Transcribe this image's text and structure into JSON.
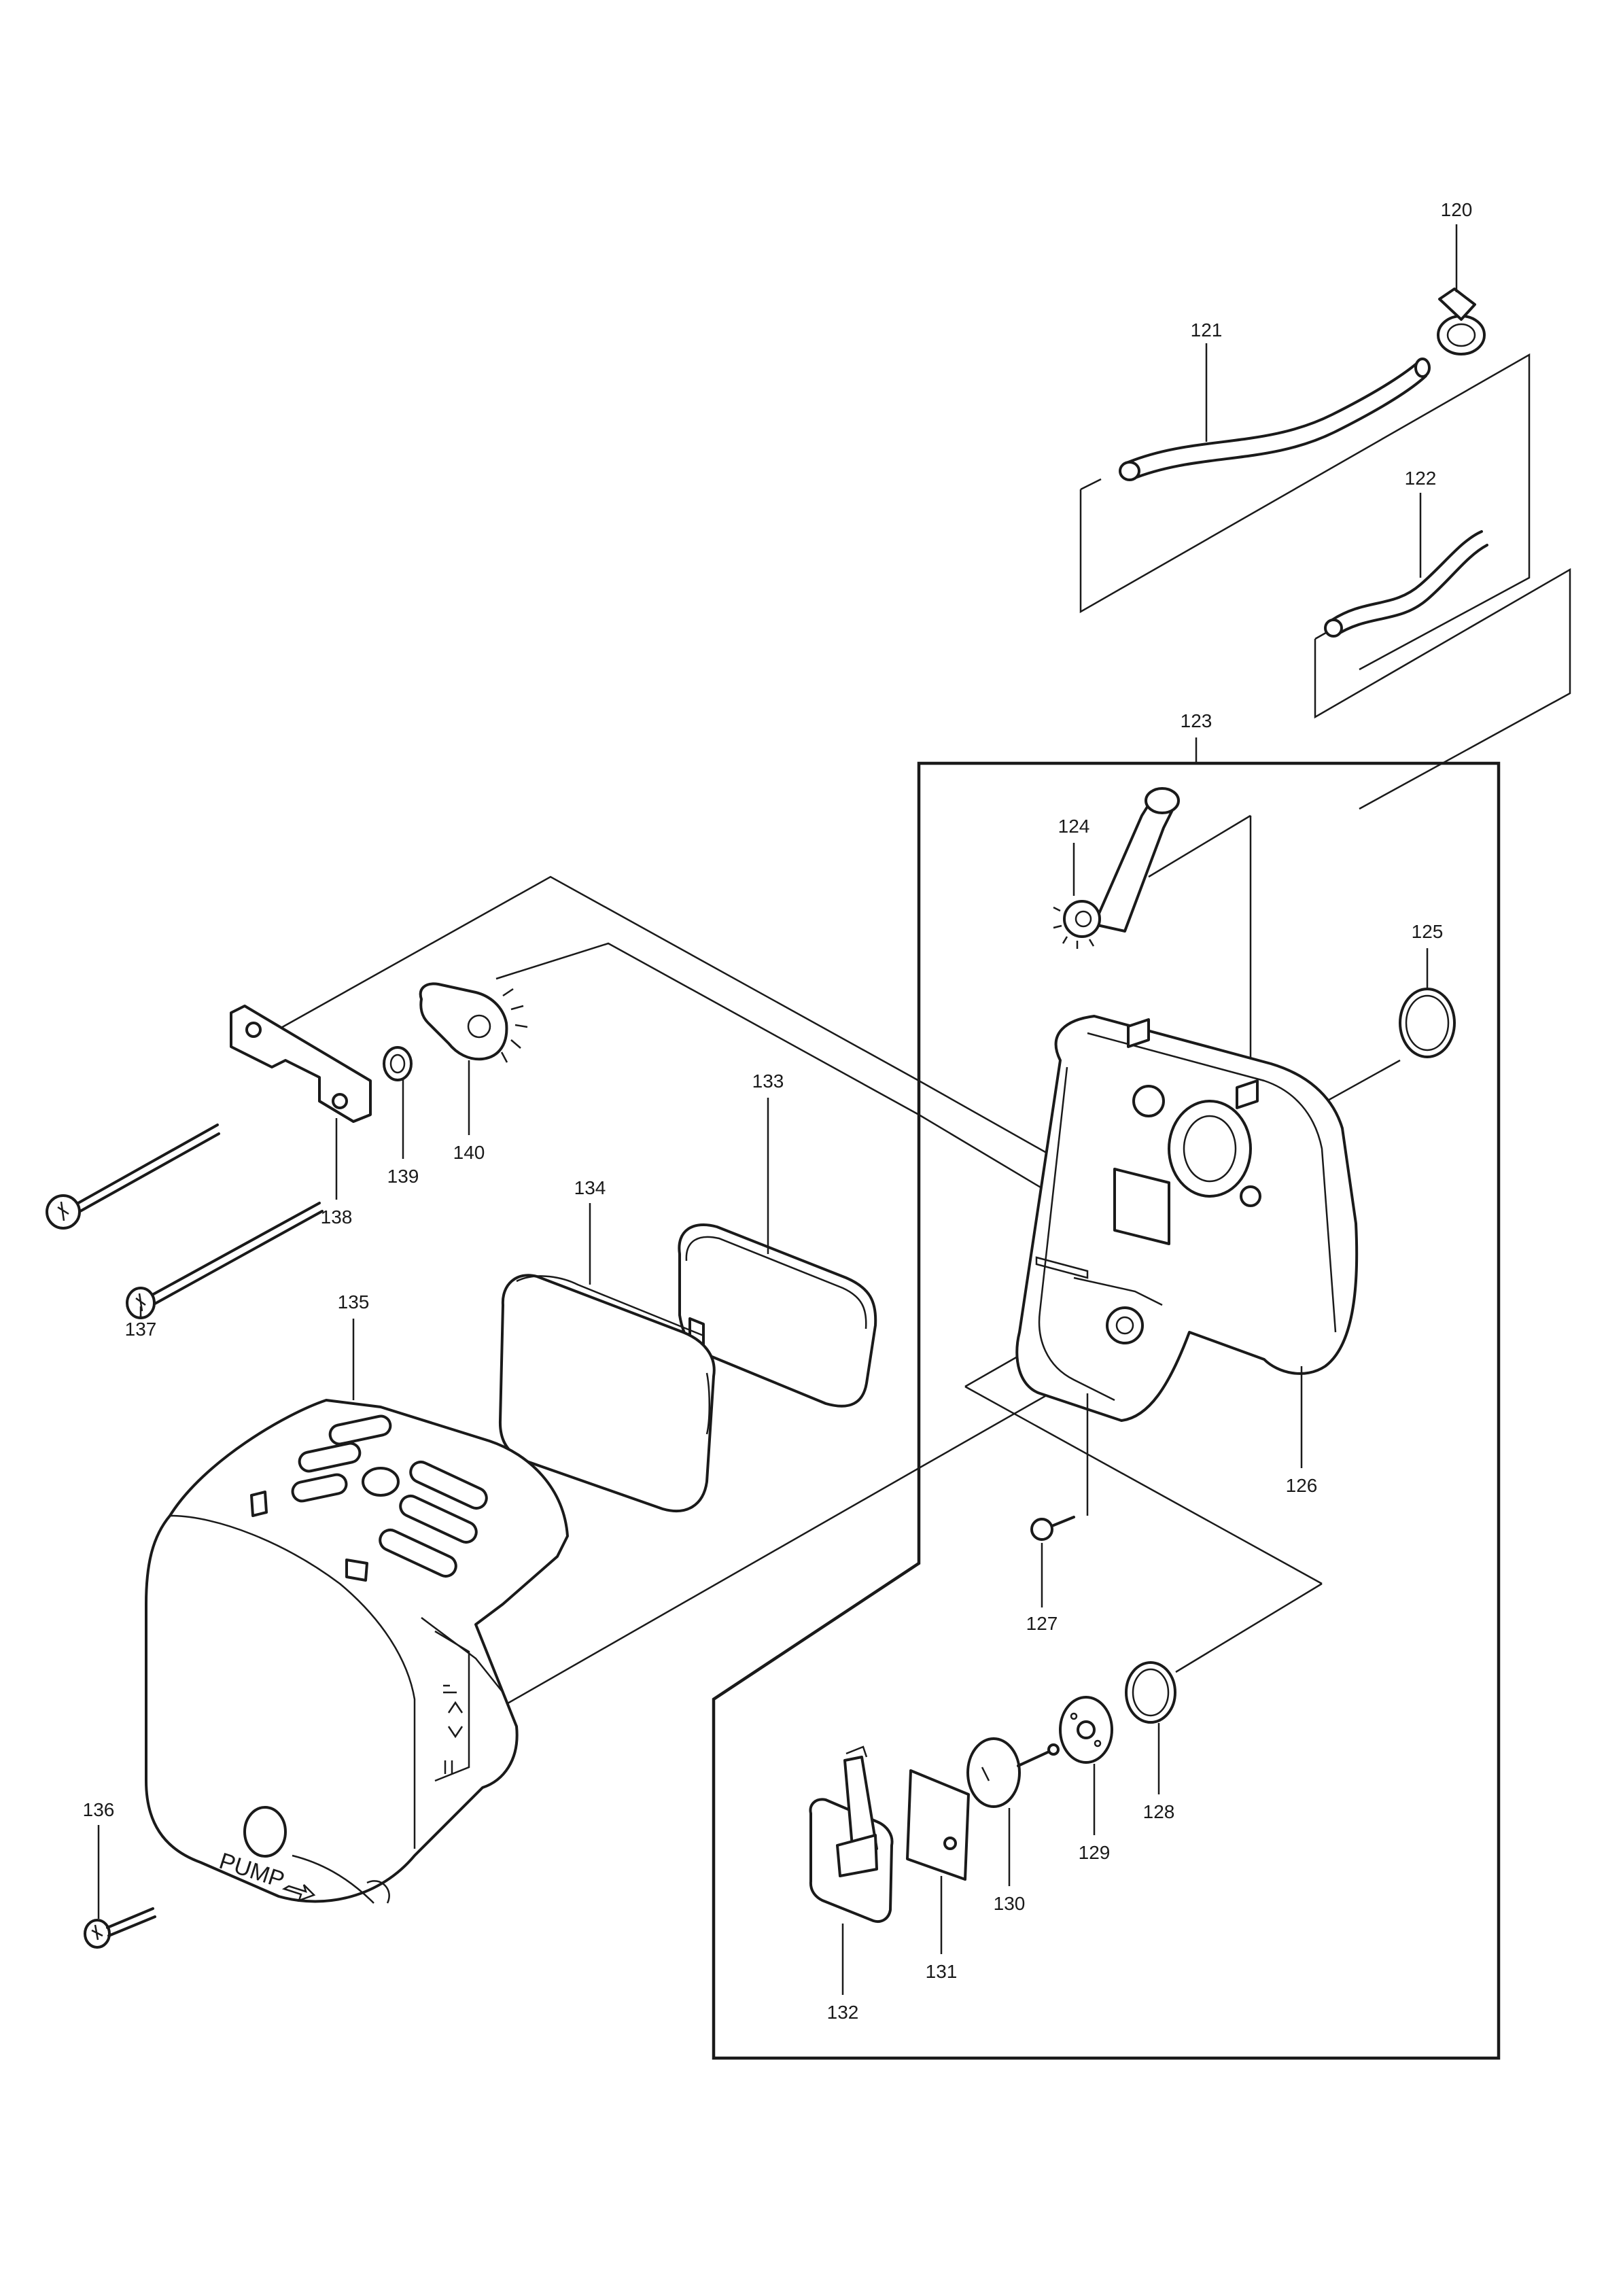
{
  "callouts": {
    "c120": "120",
    "c121": "121",
    "c122": "122",
    "c123": "123",
    "c124": "124",
    "c125": "125",
    "c126": "126",
    "c127": "127",
    "c128": "128",
    "c129": "129",
    "c130": "130",
    "c131": "131",
    "c132": "132",
    "c133": "133",
    "c134": "134",
    "c135": "135",
    "c136": "136",
    "c137": "137",
    "c138": "138",
    "c139": "139",
    "c140": "140"
  },
  "decals": {
    "pump": "PUMP"
  }
}
